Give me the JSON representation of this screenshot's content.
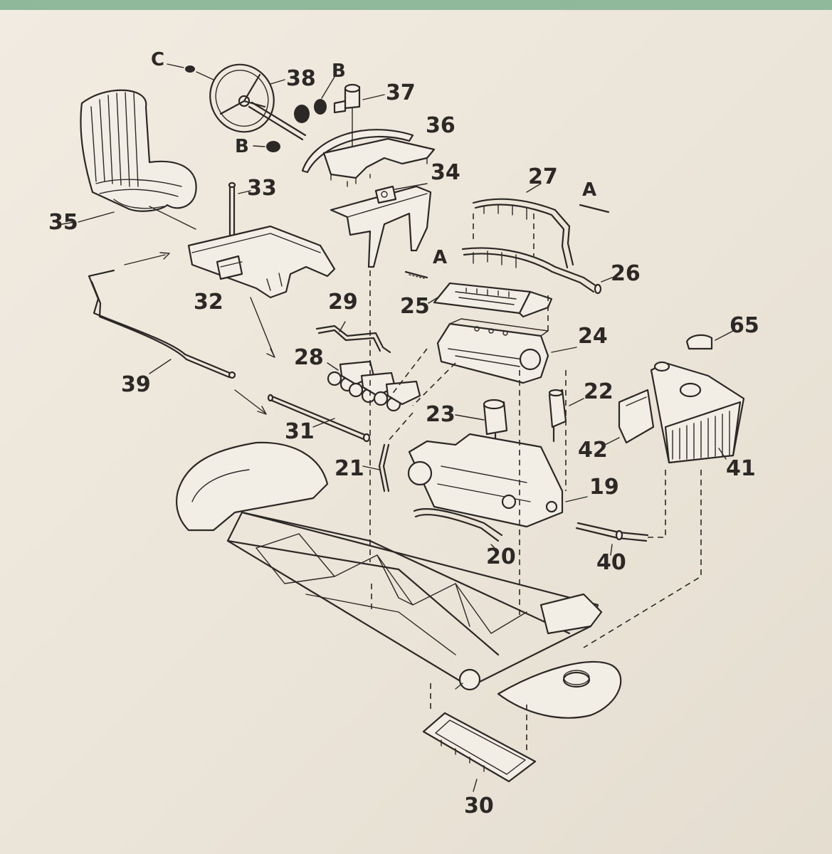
{
  "labels": {
    "C": "C",
    "B1": "B",
    "B2": "B",
    "A1": "A",
    "A2": "A",
    "p38": "38",
    "p37": "37",
    "p36": "36",
    "p34": "34",
    "p33": "33",
    "p35": "35",
    "p32": "32",
    "p27": "27",
    "p26": "26",
    "p25": "25",
    "p29": "29",
    "p28": "28",
    "p24": "24",
    "p65": "65",
    "p39": "39",
    "p22": "22",
    "p23": "23",
    "p31": "31",
    "p42": "42",
    "p41": "41",
    "p21": "21",
    "p19": "19",
    "p20": "20",
    "p40": "40",
    "p30": "30"
  }
}
